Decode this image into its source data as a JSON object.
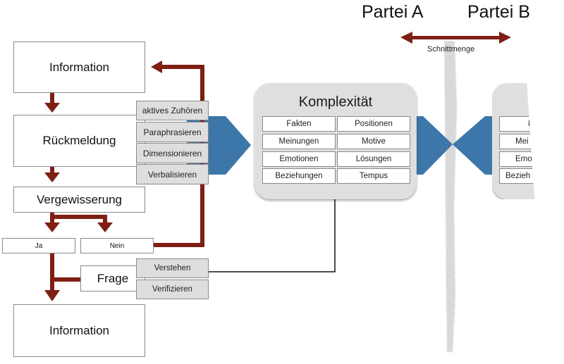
{
  "flow": {
    "information_top": "Information",
    "rueckmeldung": "Rückmeldung",
    "vergewisserung": "Vergewisserung",
    "ja": "Ja",
    "nein": "Nein",
    "frage": "Frage",
    "information_bottom": "Information"
  },
  "techniques": [
    "aktives Zuhören",
    "Paraphrasieren",
    "Dimensionieren",
    "Verbalisieren"
  ],
  "frage_options": [
    "Verstehen",
    "Verifizieren"
  ],
  "komplexitaet": {
    "title": "Komplexität",
    "cells": [
      [
        "Fakten",
        "Positionen"
      ],
      [
        "Meinungen",
        "Motive"
      ],
      [
        "Emotionen",
        "Lösungen"
      ],
      [
        "Beziehungen",
        "Tempus"
      ]
    ]
  },
  "komplexitaet_partial": [
    "F",
    "Mei",
    "Emo",
    "Bezieh"
  ],
  "parties": {
    "a": "Partei A",
    "b": "Partei B",
    "overlap": "Schnittmenge"
  },
  "colors": {
    "arrow": "#7f1f14",
    "chevron": "#3d76a8",
    "panel": "#dfdfe0",
    "border": "#8a8a8a"
  }
}
